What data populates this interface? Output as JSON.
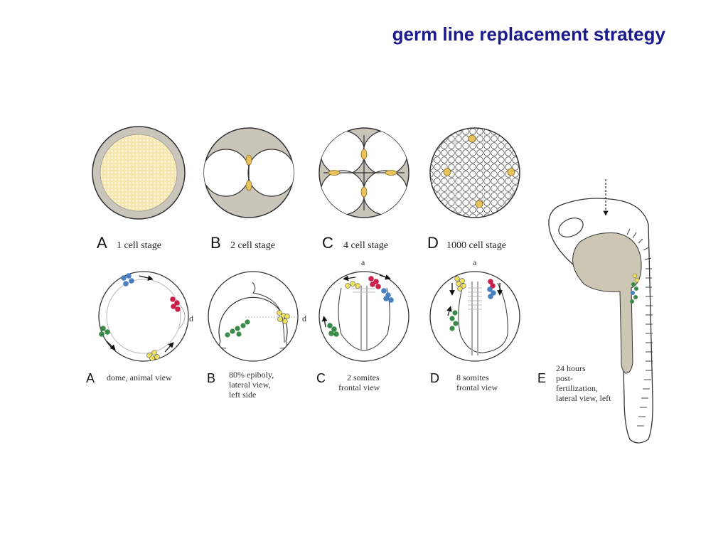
{
  "title": "germ line replacement strategy",
  "colors": {
    "yolk_gray": "#c9c5bb",
    "cytoplasm_yellow": "#f2dfa0",
    "germ_plasm": "#e8c25a",
    "blue_cells": "#4a7fc1",
    "red_cells": "#c9204a",
    "green_cells": "#3a8a4a",
    "yellow_cells": "#f0e060",
    "title_blue": "#1a1a8c"
  },
  "top_row": [
    {
      "letter": "A",
      "caption": "1 cell stage"
    },
    {
      "letter": "B",
      "caption": "2 cell stage"
    },
    {
      "letter": "C",
      "caption": "4 cell stage"
    },
    {
      "letter": "D",
      "caption": "1000 cell stage"
    }
  ],
  "bottom_row": [
    {
      "letter": "A",
      "caption_lines": [
        "dome, animal view"
      ],
      "marker": "d"
    },
    {
      "letter": "B",
      "caption_lines": [
        "80% epiboly,",
        "lateral view,",
        "left side"
      ],
      "marker": "d"
    },
    {
      "letter": "C",
      "caption_lines": [
        "2 somites",
        "frontal view"
      ],
      "marker": "a"
    },
    {
      "letter": "D",
      "caption_lines": [
        "8 somites",
        "frontal view"
      ],
      "marker": "a"
    },
    {
      "letter": "E",
      "caption_lines": [
        "24 hours",
        "post-",
        "fertilization,",
        "lateral view, left"
      ]
    }
  ]
}
